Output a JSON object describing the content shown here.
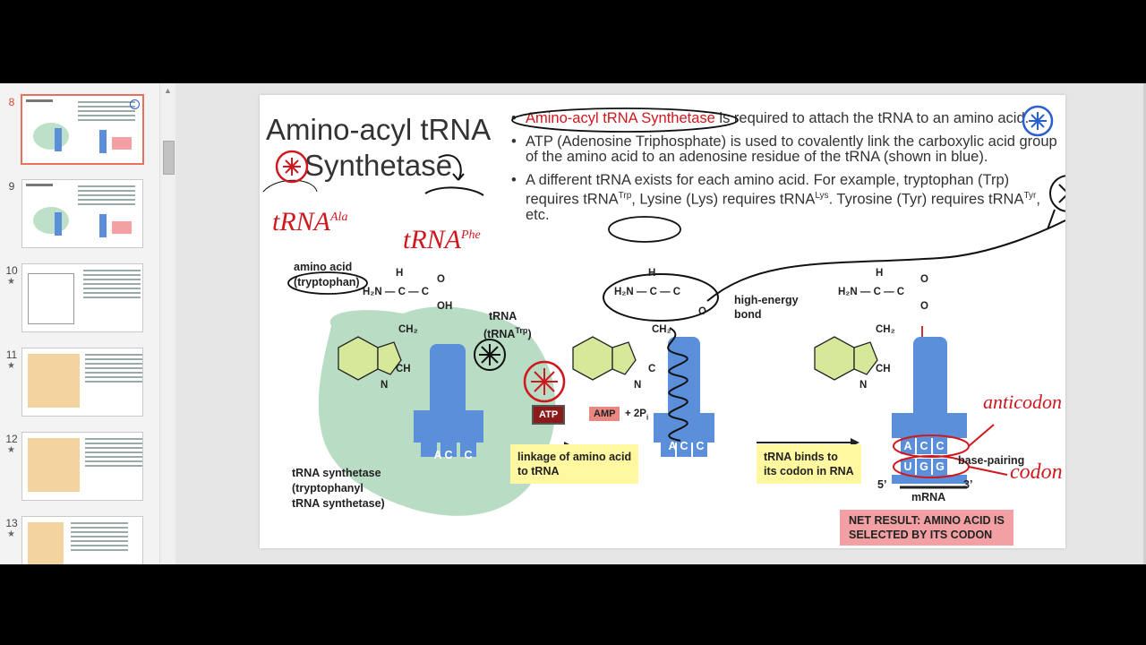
{
  "thumbnails": [
    {
      "number": "8",
      "star": "",
      "selected": true
    },
    {
      "number": "9",
      "star": "",
      "selected": false
    },
    {
      "number": "10",
      "star": "★",
      "selected": false
    },
    {
      "number": "11",
      "star": "★",
      "selected": false
    },
    {
      "number": "12",
      "star": "★",
      "selected": false
    },
    {
      "number": "13",
      "star": "★",
      "selected": false
    }
  ],
  "slide": {
    "title_line1": "Amino-acyl tRNA",
    "title_line2": "Synthetase",
    "bullet1_highlight": "Amino-acyl tRNA Synthetase",
    "bullet1_rest": " is required to attach the tRNA to an amino acid.",
    "bullet2": "ATP (Adenosine Triphosphate) is used to covalently link the carboxylic acid group of the amino acid to an adenosine residue of the tRNA (shown in blue).",
    "bullet3": "A different tRNA exists for each amino acid. For example, tryptophan (Trp) requires tRNA",
    "bullet3_sup1": "Trp",
    "bullet3_mid": ", Lysine (Lys) requires tRNA",
    "bullet3_sup2": "Lys",
    "bullet3_mid2": ". Tyrosine (Tyr) requires tRNA",
    "bullet3_sup3": "Tyr",
    "bullet3_end": ", etc.",
    "label_amino_acid": "amino acid",
    "label_tryptophan": "(tryptophan)",
    "label_trna": "tRNA",
    "label_trna_trp": "(tRNA",
    "label_trna_trp_sup": "Trp",
    "label_trna_trp_close": ")",
    "label_synthetase_1": "tRNA synthetase",
    "label_synthetase_2": "(tryptophanyl",
    "label_synthetase_3": "tRNA synthetase)",
    "atp": "ATP",
    "amp": "AMP",
    "plus_2pi": "+ 2P",
    "pi_sub": "i",
    "high_energy_1": "high-energy",
    "high_energy_2": "bond",
    "linkage_1": "linkage of amino acid",
    "linkage_2": "to tRNA",
    "binds_1": "tRNA binds to",
    "binds_2": "its codon in RNA",
    "base_pairing": "base-pairing",
    "mrna": "mRNA",
    "five_prime": "5’",
    "three_prime": "3’",
    "net_1": "NET RESULT: AMINO ACID  IS",
    "net_2": "SELECTED BY ITS CODON",
    "anticodon_letters": [
      "A",
      "C",
      "C"
    ],
    "codon_letters": [
      "U",
      "G",
      "G"
    ],
    "hand_trna_ala": "tRNA",
    "hand_ala_sup": "Ala",
    "hand_trna_phe": "tRNA",
    "hand_phe_sup": "Phe",
    "hand_anticodon": "anticodon",
    "hand_codon": "codon"
  },
  "colors": {
    "accent": "#d0181f",
    "trna_blue": "#5b8fd9",
    "enzyme_green": "#b9dcc4",
    "ring_yellow": "#d6e89a",
    "thumb_selected": "#e8715a"
  }
}
